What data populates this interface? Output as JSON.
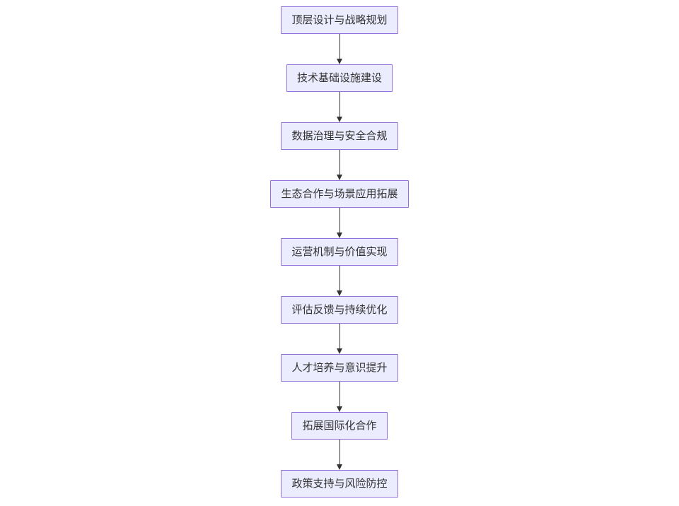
{
  "flowchart": {
    "type": "vertical-flow",
    "direction": "top-down",
    "colors": {
      "node_fill": "#ECECFF",
      "node_border": "#9370DB",
      "node_text": "#333333",
      "edge": "#333333",
      "background": "#ffffff"
    },
    "nodes": [
      {
        "id": "n1",
        "label": "顶层设计与战略规划"
      },
      {
        "id": "n2",
        "label": "技术基础设施建设"
      },
      {
        "id": "n3",
        "label": "数据治理与安全合规"
      },
      {
        "id": "n4",
        "label": "生态合作与场景应用拓展"
      },
      {
        "id": "n5",
        "label": "运营机制与价值实现"
      },
      {
        "id": "n6",
        "label": "评估反馈与持续优化"
      },
      {
        "id": "n7",
        "label": "人才培养与意识提升"
      },
      {
        "id": "n8",
        "label": "拓展国际化合作"
      },
      {
        "id": "n9",
        "label": "政策支持与风险防控"
      }
    ],
    "edges": [
      {
        "from": "n1",
        "to": "n2"
      },
      {
        "from": "n2",
        "to": "n3"
      },
      {
        "from": "n3",
        "to": "n4"
      },
      {
        "from": "n4",
        "to": "n5"
      },
      {
        "from": "n5",
        "to": "n6"
      },
      {
        "from": "n6",
        "to": "n7"
      },
      {
        "from": "n7",
        "to": "n8"
      },
      {
        "from": "n8",
        "to": "n9"
      }
    ]
  }
}
